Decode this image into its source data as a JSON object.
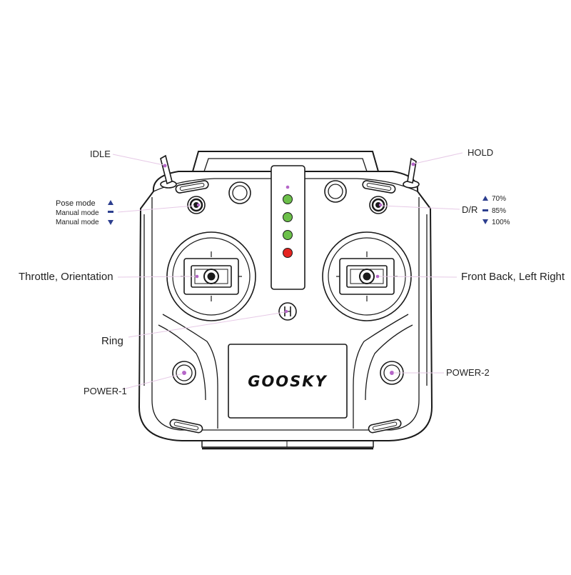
{
  "labels": {
    "idle": "IDLE",
    "hold": "HOLD",
    "pose_mode": "Pose mode",
    "manual_mode_1": "Manual mode",
    "manual_mode_2": "Manual mode",
    "throttle": "Throttle, Orientation",
    "front_back": "Front Back, Left Right",
    "ring": "Ring",
    "power1": "POWER-1",
    "power2": "POWER-2",
    "dr": "D/R",
    "dr_70": "70%",
    "dr_85": "85%",
    "dr_100": "100%"
  },
  "logo": "GOOSKY",
  "colors": {
    "led_green": "#6cc04a",
    "led_red": "#e52421",
    "marker": "#b566c8",
    "arrow": "#2d3f8f",
    "leader": "#e6c9e6"
  },
  "leds": [
    "green",
    "green",
    "green",
    "red"
  ]
}
